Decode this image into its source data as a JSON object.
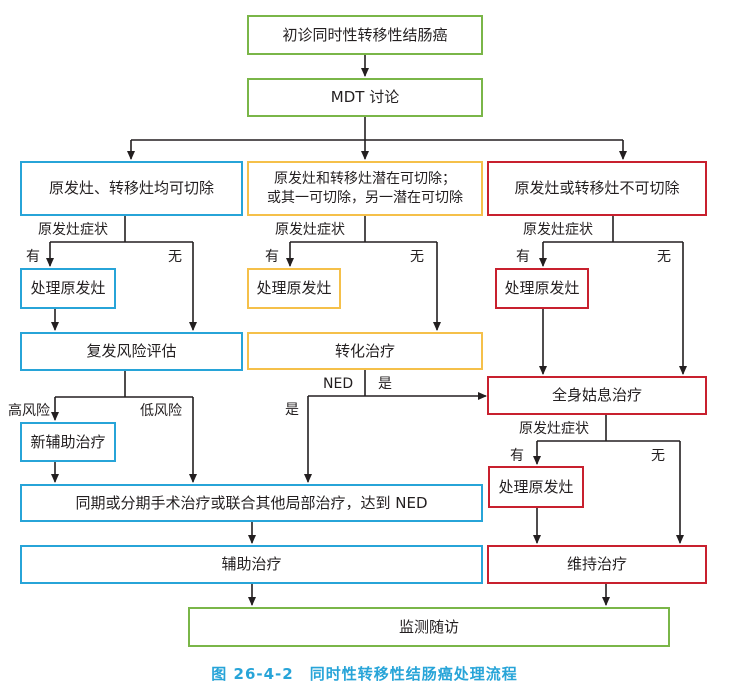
{
  "nodes": {
    "initial": "初诊同时性转移性结肠癌",
    "mdt": "MDT 讨论",
    "both_resectable": "原发灶、转移灶均可切除",
    "potentially_line1": "原发灶和转移灶潜在可切除；",
    "potentially_line2": "或其一可切除，另一潜在可切除",
    "unresectable": "原发灶或转移灶不可切除",
    "treat_primary_1": "处理原发灶",
    "treat_primary_2": "处理原发灶",
    "treat_primary_3": "处理原发灶",
    "treat_primary_4": "处理原发灶",
    "relapse_risk": "复发风险评估",
    "conversion": "转化治疗",
    "palliative": "全身姑息治疗",
    "neoadjuvant": "新辅助治疗",
    "local_therapy": "同期或分期手术治疗或联合其他局部治疗，达到 NED",
    "adjuvant": "辅助治疗",
    "maintenance": "维持治疗",
    "followup": "监测随访"
  },
  "labels": {
    "symptom_1": "原发灶症状",
    "symptom_2": "原发灶症状",
    "symptom_3": "原发灶症状",
    "symptom_4": "原发灶症状",
    "yes_1": "有",
    "no_1": "无",
    "yes_2": "有",
    "no_2": "无",
    "yes_3": "有",
    "no_3": "无",
    "yes_4": "有",
    "no_4": "无",
    "high_risk": "高风险",
    "low_risk": "低风险",
    "ned": "NED",
    "ned_yes_right": "是",
    "ned_yes_down": "是"
  },
  "caption": "图 26-4-2　同时性转移性结肠癌处理流程",
  "colors": {
    "green": "#7ab648",
    "blue": "#27a4d8",
    "yellow": "#f5c04a",
    "red": "#c8202e",
    "caption": "#27a4d8"
  }
}
